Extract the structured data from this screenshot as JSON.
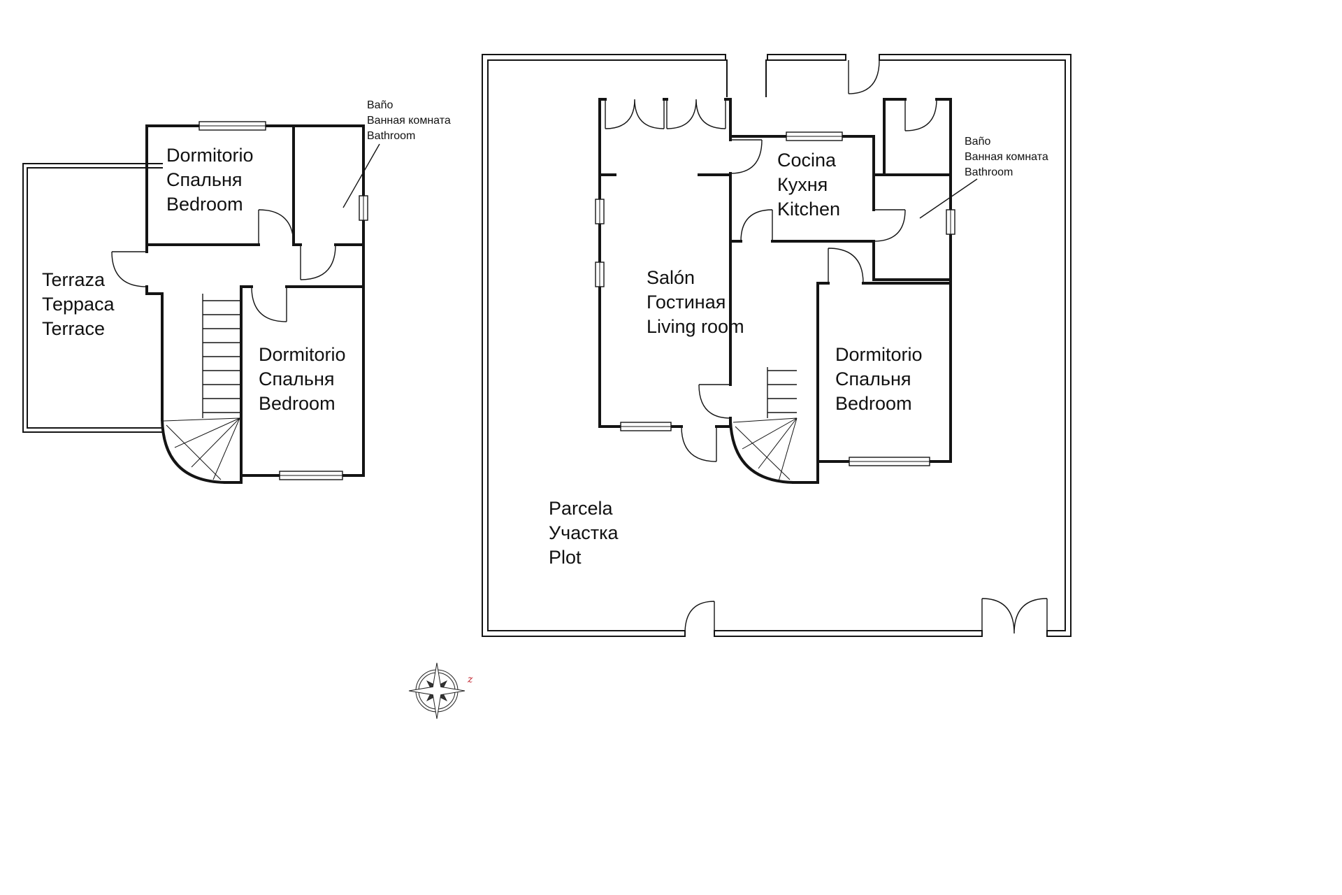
{
  "plans": {
    "upper": {
      "rooms": {
        "terrace": {
          "es": "Terraza",
          "ru": "Терраса",
          "en": "Terrace"
        },
        "bedroom1": {
          "es": "Dormitorio",
          "ru": "Спальня",
          "en": "Bedroom"
        },
        "bedroom2": {
          "es": "Dormitorio",
          "ru": "Спальня",
          "en": "Bedroom"
        },
        "bathroom": {
          "es": "Baño",
          "ru": "Ванная комната",
          "en": "Bathroom"
        }
      }
    },
    "ground": {
      "rooms": {
        "kitchen": {
          "es": "Cocina",
          "ru": "Кухня",
          "en": "Kitchen"
        },
        "living": {
          "es": "Salón",
          "ru": "Гостиная",
          "en": "Living room"
        },
        "bedroom": {
          "es": "Dormitorio",
          "ru": "Спальня",
          "en": "Bedroom"
        },
        "bathroom": {
          "es": "Baño",
          "ru": "Ванная комната",
          "en": "Bathroom"
        },
        "plot": {
          "es": "Parcela",
          "ru": "Участка",
          "en": "Plot"
        }
      }
    }
  },
  "compass": {
    "mark": "z"
  },
  "colors": {
    "line": "#141414",
    "accent_red": "#c0202a",
    "background": "#ffffff"
  }
}
